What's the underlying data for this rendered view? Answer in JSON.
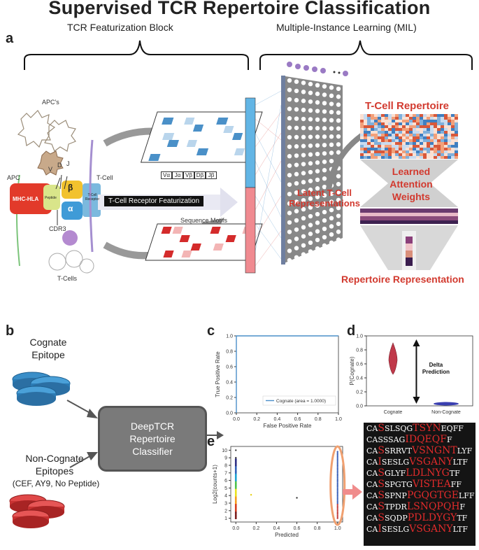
{
  "title": "Supervised TCR Repertoire Classification",
  "panel_a": {
    "letter": "a",
    "featurization_header": "TCR Featurization Block",
    "mil_header": "Multiple-Instance Learning (MIL)",
    "apcs": "APC's",
    "apc": "APC",
    "tcell": "T-Cell",
    "tcells": "T-Cells",
    "mhc": "MHC-HLA",
    "peptide": "Peptide",
    "v": "V",
    "d": "D",
    "j": "J",
    "beta": "β",
    "alpha": "α",
    "receptor": "T-Cell Receptor",
    "cdr3": "CDR3",
    "gene_labels": [
      "Vα",
      "Jα",
      "Vβ",
      "Dβ",
      "Jβ"
    ],
    "featurization_label": "T-Cell Receptor Featurization",
    "motifs_label": "Sequence Motifs",
    "latent": "Latent T-Cell Representations",
    "tcell_repertoire": "T-Cell Repertoire",
    "attention": "Learned Attention Weights",
    "repertoire_rep": "Repertoire Representation"
  },
  "panel_b": {
    "letter": "b",
    "cognate": "Cognate Epitope",
    "noncognate": "Non-Cognate Epitopes",
    "noncognate_detail": "(CEF, AY9, No Peptide)",
    "classifier": [
      "DeepTCR",
      "Repertoire",
      "Classifier"
    ]
  },
  "panel_c": {
    "letter": "c",
    "chart_data": {
      "type": "line",
      "xlabel": "False Positive Rate",
      "ylabel": "True Positive Rate",
      "xticks": [
        "0.0",
        "0.2",
        "0.4",
        "0.6",
        "0.8",
        "1.0"
      ],
      "yticks": [
        "0.0",
        "0.2",
        "0.4",
        "0.6",
        "0.8",
        "1.0"
      ],
      "xlim": [
        0,
        1
      ],
      "ylim": [
        0,
        1
      ],
      "series": [
        {
          "name": "Cognate (area = 1.0000)",
          "x": [
            0,
            0,
            1
          ],
          "y": [
            0,
            1,
            1
          ],
          "color": "#4a8fc9"
        }
      ],
      "legend_position": "lower-right"
    }
  },
  "panel_d": {
    "letter": "d",
    "chart_data": {
      "type": "violin",
      "ylabel": "P(Cognate)",
      "yticks": [
        "0.0",
        "0.2",
        "0.4",
        "0.6",
        "0.8",
        "1.0"
      ],
      "ylim": [
        0,
        1
      ],
      "categories": [
        "Cognate",
        "Non-Cognate"
      ],
      "values": [
        0.65,
        0.03
      ],
      "colors": [
        "#c0394a",
        "#3a3fb0"
      ],
      "annotation": "Delta Prediction"
    }
  },
  "panel_e": {
    "letter": "e",
    "chart_data": {
      "type": "scatter",
      "xlabel": "Predicted",
      "ylabel": "Log2(counts+1)",
      "xticks": [
        "0.0",
        "0.2",
        "0.4",
        "0.6",
        "0.8",
        "1.0"
      ],
      "yticks": [
        "1",
        "2",
        "3",
        "4",
        "5",
        "6",
        "7",
        "8",
        "9",
        "10"
      ],
      "xlim": [
        -0.05,
        1.05
      ],
      "ylim": [
        0.5,
        10.5
      ]
    },
    "logo_rows": [
      [
        "CA",
        "S",
        "SL",
        "S",
        "QG",
        "TSYN",
        "EQFF"
      ],
      [
        "CASSSAG",
        "",
        "",
        "",
        "",
        "IDQEQF",
        "F"
      ],
      [
        "CA",
        "S",
        "SR",
        "",
        "RVT",
        "VSNGNT",
        "LYF"
      ],
      [
        "CA",
        "I",
        "SE",
        "S",
        "LG",
        "VSGANY",
        "LTF"
      ],
      [
        "CA",
        "S",
        "GLYF",
        "",
        "",
        "LDLNYG",
        "TF"
      ],
      [
        "CA",
        "S",
        "SP",
        "",
        "GTG",
        "VISTEA",
        "FF"
      ],
      [
        "CA",
        "S",
        "SPNP",
        "",
        "",
        "PGQGTGE",
        "LFF"
      ],
      [
        "CA",
        "S",
        "TPDR",
        "",
        "",
        "LSNQPQH",
        "F"
      ],
      [
        "CA",
        "S",
        "SQDP",
        "",
        "",
        "PDLDYGY",
        "TF"
      ],
      [
        "CA",
        "I",
        "SE",
        "S",
        "LG",
        "VSGANY",
        "LTF"
      ]
    ]
  }
}
